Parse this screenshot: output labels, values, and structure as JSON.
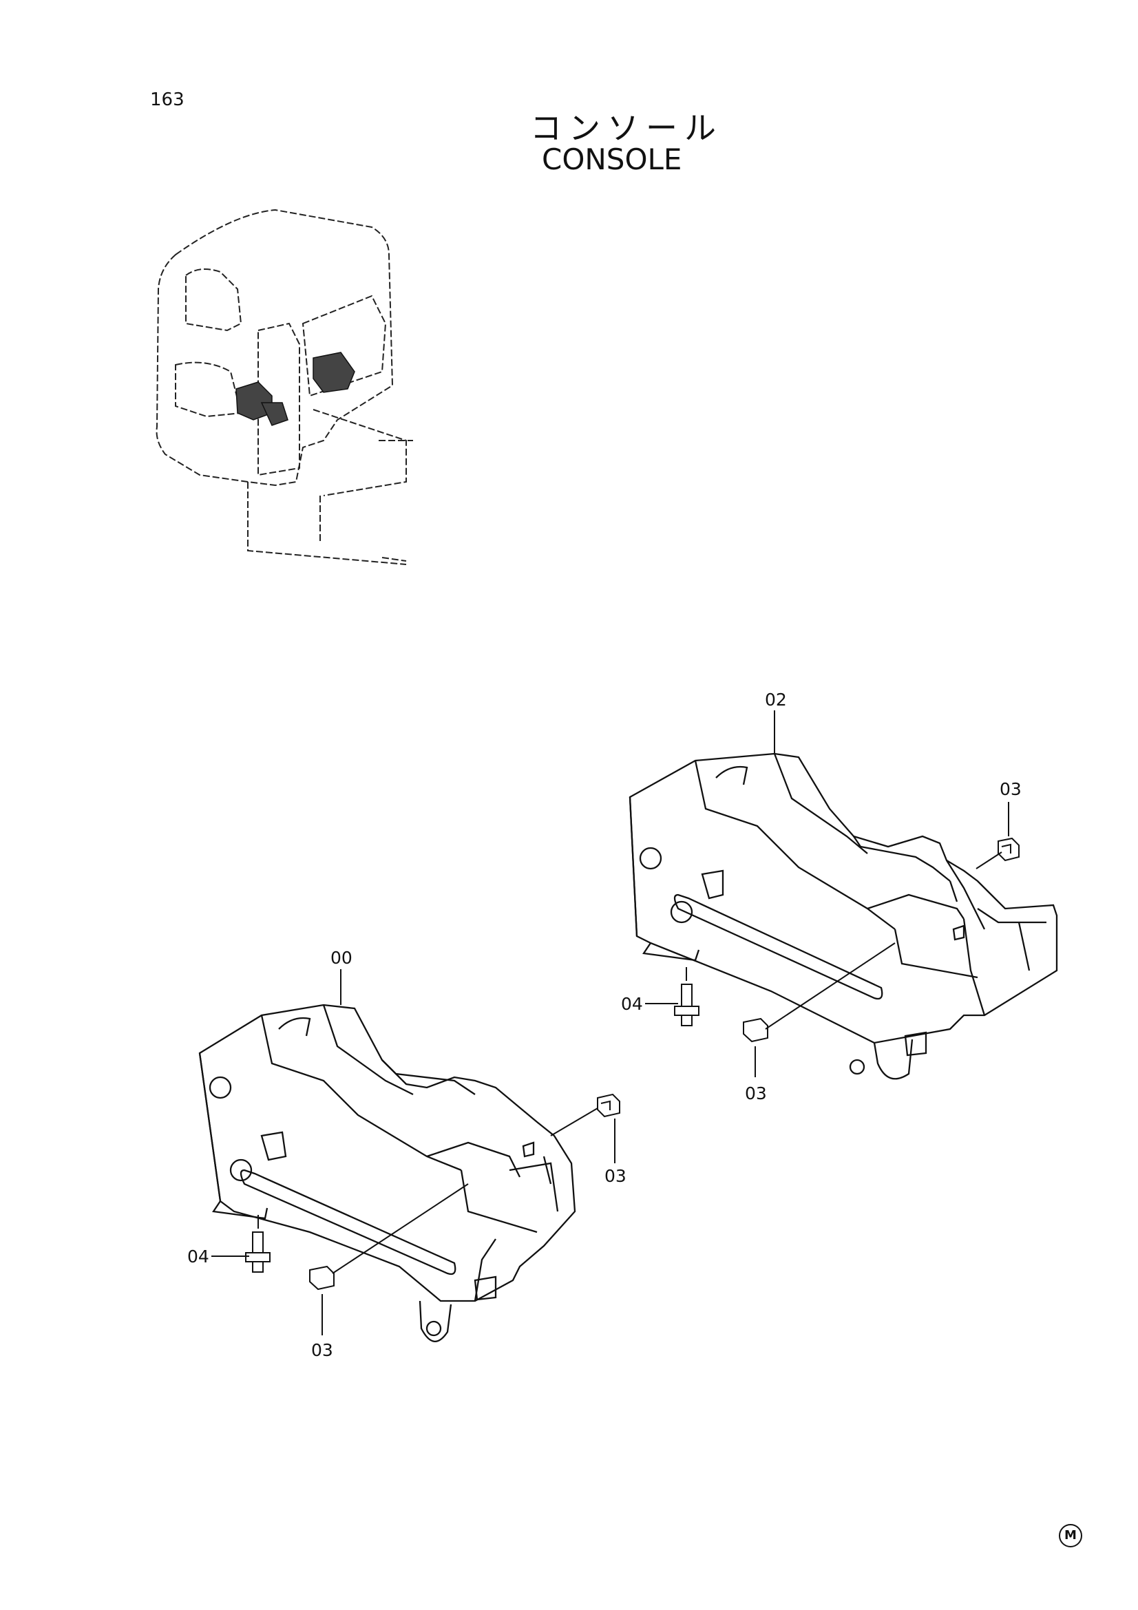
{
  "page_number": "163",
  "title_jp": "コンソール",
  "title_en": "CONSOLE",
  "maker_mark": "M",
  "callouts": {
    "c00": "00",
    "c02": "02",
    "c03_a": "03",
    "c03_b": "03",
    "c03_c": "03",
    "c03_d": "03",
    "c04_a": "04",
    "c04_b": "04"
  }
}
